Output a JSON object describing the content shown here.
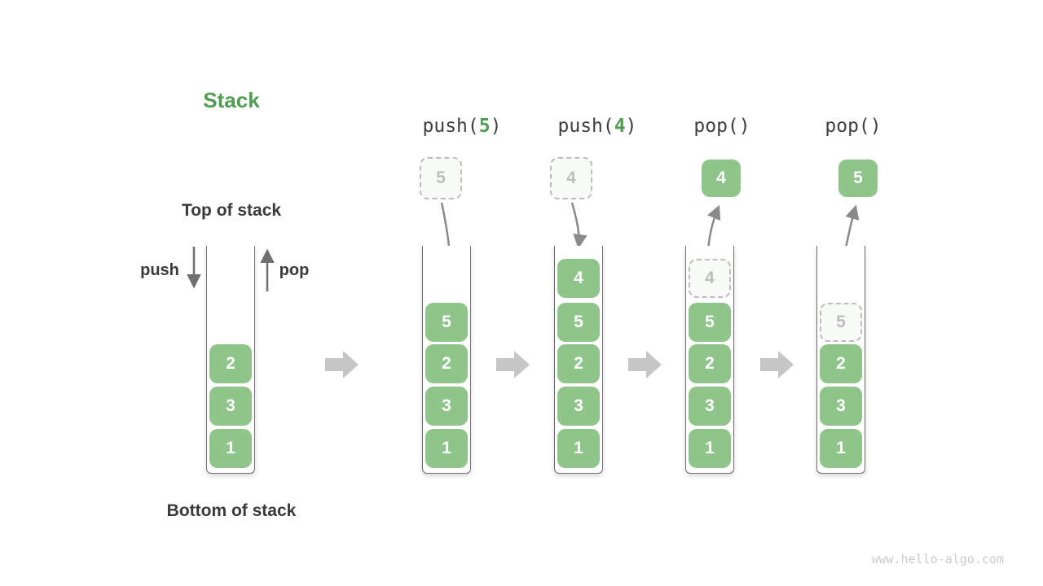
{
  "title": "Stack",
  "labels": {
    "top_of_stack": "Top of stack",
    "bottom_of_stack": "Bottom of stack",
    "push": "push",
    "pop": "pop"
  },
  "stacks": [
    {
      "id": "stack-initial",
      "elements": [
        "2",
        "3",
        "1"
      ]
    },
    {
      "id": "stack-after-push-5",
      "operation": {
        "prefix": "push(",
        "arg": "5",
        "suffix": ")"
      },
      "floating": {
        "value": "5",
        "type": "dashed"
      },
      "elements": [
        "5",
        "2",
        "3",
        "1"
      ]
    },
    {
      "id": "stack-after-push-4",
      "operation": {
        "prefix": "push(",
        "arg": "4",
        "suffix": ")"
      },
      "floating": {
        "value": "4",
        "type": "dashed"
      },
      "elements": [
        "4",
        "5",
        "2",
        "3",
        "1"
      ]
    },
    {
      "id": "stack-after-pop-4",
      "operation": {
        "prefix": "pop(",
        "arg": "",
        "suffix": ")"
      },
      "floating": {
        "value": "4",
        "type": "solid"
      },
      "ghost": "4",
      "elements": [
        "5",
        "2",
        "3",
        "1"
      ]
    },
    {
      "id": "stack-after-pop-5",
      "operation": {
        "prefix": "pop(",
        "arg": "",
        "suffix": ")"
      },
      "floating": {
        "value": "5",
        "type": "solid"
      },
      "ghost": "5",
      "elements": [
        "2",
        "3",
        "1"
      ]
    }
  ],
  "icons": {
    "step_arrow": "right-block-arrow",
    "push_arrow": "down-arrow",
    "pop_arrow": "up-arrow",
    "push_flow_arrow": "curved-down-arrow",
    "pop_flow_arrow": "curved-up-arrow"
  },
  "colors": {
    "title_green": "#4e9d53",
    "element_green": "#8fc48a",
    "element_text": "#ffffff",
    "label_dark": "#3a3a3a",
    "code_text": "#3f3f3f",
    "code_arg_green": "#4e9d53",
    "container_border": "#6d6d6d",
    "straight_arrow_gray": "#6f6f6f",
    "curved_arrow_gray": "#8a8a8a",
    "block_arrow_gray": "#c6c6c6",
    "ghost_border": "#bdbdbd",
    "ghost_text": "#bdbdbd",
    "watermark_gray": "#cbcbcb"
  },
  "footer": {
    "watermark": "www.hello-algo.com"
  }
}
